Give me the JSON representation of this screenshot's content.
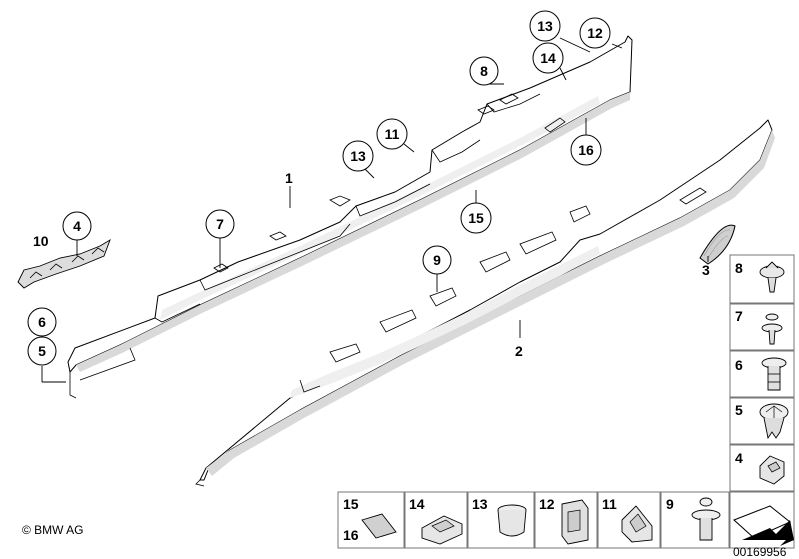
{
  "callouts": {
    "c1": "1",
    "c2": "2",
    "c3": "3",
    "c4": "4",
    "c5": "5",
    "c6": "6",
    "c7": "7",
    "c8": "8",
    "c9": "9",
    "c10": "10",
    "c11": "11",
    "c12": "12",
    "c13a": "13",
    "c13b": "13",
    "c14": "14",
    "c15": "15",
    "c16": "16"
  },
  "legend_right": {
    "i8": "8",
    "i7": "7",
    "i6": "6",
    "i5": "5",
    "i4": "4"
  },
  "legend_bottom": {
    "i15": "15",
    "i16": "16",
    "i14": "14",
    "i13": "13",
    "i12": "12",
    "i11": "11",
    "i9": "9"
  },
  "footer": {
    "copyright": "© BMW AG",
    "diagram_number": "00169956"
  }
}
